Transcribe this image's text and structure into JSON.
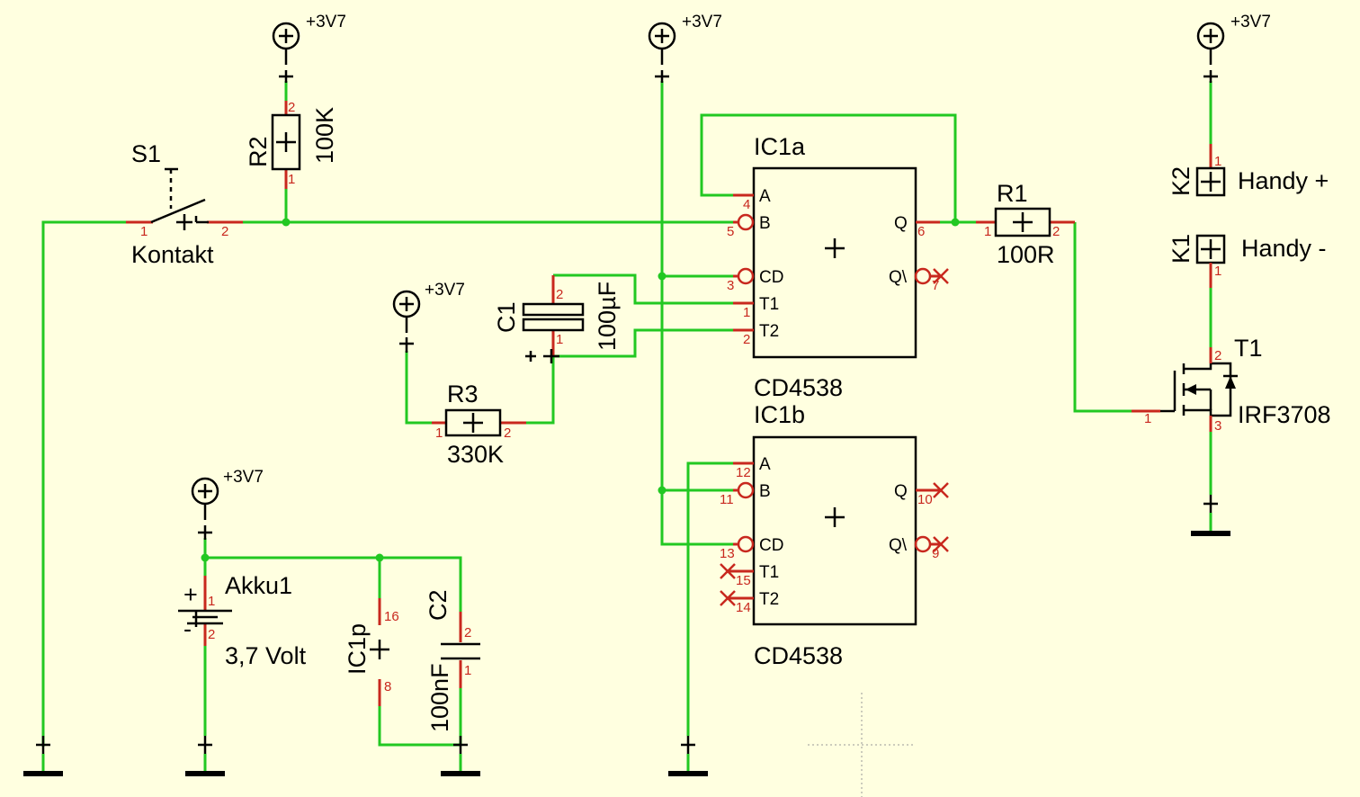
{
  "supply_label": "+3V7",
  "switch": {
    "ref": "S1",
    "value": "Kontakt"
  },
  "r2": {
    "ref": "R2",
    "value": "100K"
  },
  "r1": {
    "ref": "R1",
    "value": "100R"
  },
  "r3": {
    "ref": "R3",
    "value": "330K"
  },
  "c1": {
    "ref": "C1",
    "value": "100µF",
    "polarity": "+"
  },
  "c2": {
    "ref": "C2",
    "value": "100nF"
  },
  "battery": {
    "ref": "Akku1",
    "value": "3,7 Volt",
    "plus": "+",
    "minus": "-"
  },
  "ic_power": {
    "ref": "IC1p"
  },
  "ic1a": {
    "ref": "IC1a",
    "part": "CD4538",
    "pins": [
      "A",
      "B",
      "CD",
      "T1",
      "T2",
      "Q",
      "Q\\"
    ]
  },
  "ic1b": {
    "ref": "IC1b",
    "part": "CD4538",
    "pins": [
      "A",
      "B",
      "CD",
      "T1",
      "T2",
      "Q",
      "Q\\"
    ]
  },
  "k1": {
    "ref": "K1",
    "label": "Handy -"
  },
  "k2": {
    "ref": "K2",
    "label": "Handy +"
  },
  "t1": {
    "ref": "T1",
    "value": "IRF3708"
  },
  "pin_numbers": {
    "s1": [
      "1",
      "2"
    ],
    "r2": [
      "2",
      "1"
    ],
    "r1": [
      "1",
      "2"
    ],
    "r3": [
      "1",
      "2"
    ],
    "c1": [
      "2",
      "1"
    ],
    "c2": [
      "2",
      "1"
    ],
    "akku": [
      "1",
      "2"
    ],
    "icp": [
      "16",
      "8"
    ],
    "k1": "1",
    "k2": "1",
    "t1": [
      "2",
      "1",
      "3"
    ],
    "ic1a": [
      "4",
      "5",
      "3",
      "1",
      "2",
      "6",
      "7"
    ],
    "ic1b": [
      "12",
      "11",
      "13",
      "15",
      "14",
      "10",
      "9"
    ]
  }
}
